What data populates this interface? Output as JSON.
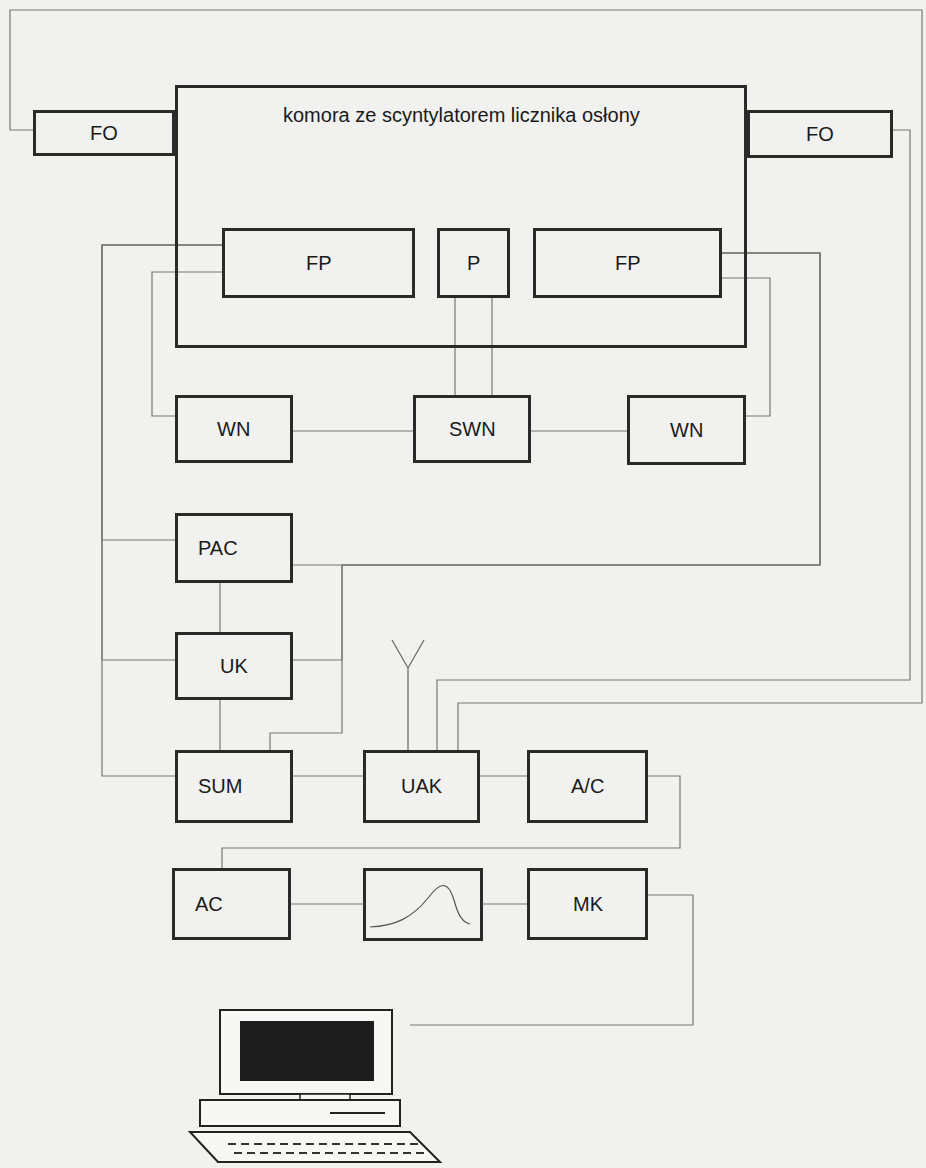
{
  "diagram": {
    "nodes": [
      {
        "text": [
          "FO"
        ]
      },
      {
        "text": [
          "komora ze scyntylatorem licznika osłony"
        ]
      },
      {
        "text": [
          "FO"
        ]
      },
      {
        "text": [
          "FP"
        ],
        "in": 1
      },
      {
        "text": [
          "P"
        ],
        "in": 1
      },
      {
        "text": [
          "FP"
        ],
        "in": 1
      },
      {
        "text": [
          "WN"
        ]
      },
      {
        "text": [
          "SWN"
        ]
      },
      {
        "text": [
          "WN"
        ]
      },
      {
        "text": [
          "PAC"
        ]
      },
      {
        "text": [
          "UK"
        ]
      },
      {
        "text": [
          "SUM"
        ]
      },
      {
        "text": [
          "UAK"
        ]
      },
      {
        "text": [
          "A/C"
        ]
      },
      {
        "text": [
          "AC"
        ]
      },
      {
        "text": [
          "MK"
        ]
      }
    ],
    "edges": [
      {
        "from": 0,
        "to": 12,
        "arrow": "none"
      },
      {
        "from": 2,
        "to": 12,
        "arrow": "none"
      },
      {
        "from": 3,
        "to": 6,
        "arrow": "none"
      },
      {
        "from": 5,
        "to": 8,
        "arrow": "none"
      },
      {
        "from": 4,
        "to": 7,
        "arrow": "none"
      },
      {
        "from": 4,
        "to": 7,
        "arrow": "none"
      },
      {
        "from": 6,
        "to": 7,
        "arrow": "none"
      },
      {
        "from": 7,
        "to": 8,
        "arrow": "none"
      },
      {
        "from": 3,
        "to": 9,
        "arrow": "none"
      },
      {
        "from": 3,
        "to": 10,
        "arrow": "none"
      },
      {
        "from": 3,
        "to": 11,
        "arrow": "none"
      },
      {
        "from": 5,
        "to": 9,
        "arrow": "none"
      },
      {
        "from": 5,
        "to": 10,
        "arrow": "none"
      },
      {
        "from": 5,
        "to": 11,
        "arrow": "none"
      },
      {
        "from": 9,
        "to": 10,
        "arrow": "none"
      },
      {
        "from": 10,
        "to": 11,
        "arrow": "none"
      },
      {
        "from": 11,
        "to": 12,
        "arrow": "none"
      },
      {
        "from": 12,
        "to": 13,
        "arrow": "none"
      },
      {
        "from": 13,
        "to": 14,
        "arrow": "none"
      }
    ]
  }
}
